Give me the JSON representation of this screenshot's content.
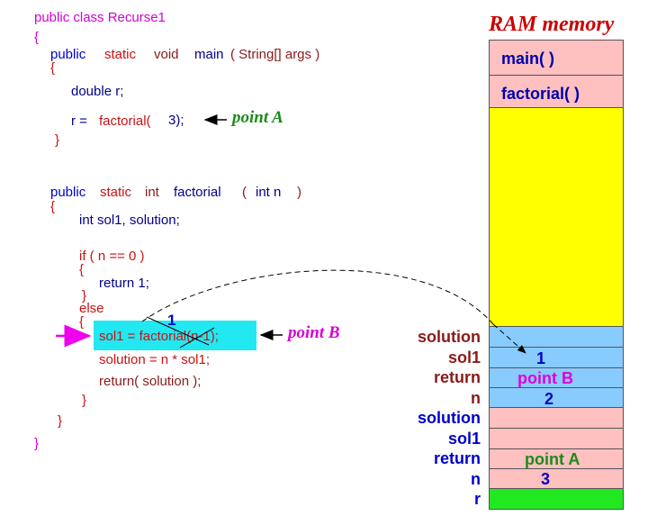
{
  "code": {
    "class_decl": "public class Recurse1",
    "brace_open_class": "{",
    "main_decl": {
      "public": "public",
      "static": "static",
      "void": "void",
      "name": "main",
      "params": "( String[] args )"
    },
    "brace_open_main": "{",
    "double_r": "double r;",
    "assign_r": "r =",
    "call_factorial": "factorial(",
    "arg3": "3);",
    "brace_close_main": "}",
    "fact_decl": {
      "public": "public",
      "static": "static",
      "int": "int",
      "name": "factorial",
      "paren_open": "(",
      "param": "int n",
      "paren_close": ")"
    },
    "brace_open_fact": "{",
    "int_decl": "int sol1, solution;",
    "if_cond": "if ( n == 0 )",
    "brace_open_if": "{",
    "return1": "return 1;",
    "brace_close_if": "}",
    "else_kw": "else",
    "brace_open_else": "{",
    "sol1_line": "sol1 = factorial(n-1);",
    "replacement_value": "1",
    "solution_line": "solution = n * sol1;",
    "return_solution": "return( solution );",
    "brace_close_else": "}",
    "brace_close_fact": "}",
    "brace_close_class": "}"
  },
  "annotations": {
    "point_a": "point A",
    "point_b": "point B"
  },
  "ram": {
    "title": "RAM memory",
    "frames": [
      {
        "label": "main( )"
      },
      {
        "label": "factorial( )"
      }
    ],
    "slots": [
      {
        "name": "solution",
        "value": ""
      },
      {
        "name": "sol1",
        "value": "1"
      },
      {
        "name": "return",
        "value": "point B"
      },
      {
        "name": "n",
        "value": "2"
      },
      {
        "name": "solution",
        "value": ""
      },
      {
        "name": "sol1",
        "value": ""
      },
      {
        "name": "return",
        "value": "point A"
      },
      {
        "name": "n",
        "value": "3"
      },
      {
        "name": "r",
        "value": ""
      }
    ]
  },
  "colors": {
    "frame_pink": "#ffc0c0",
    "free_yellow": "#ffff00",
    "slot_blue": "#88ccff",
    "r_green": "#22e822",
    "highlight_cyan": "#22e8f2"
  }
}
